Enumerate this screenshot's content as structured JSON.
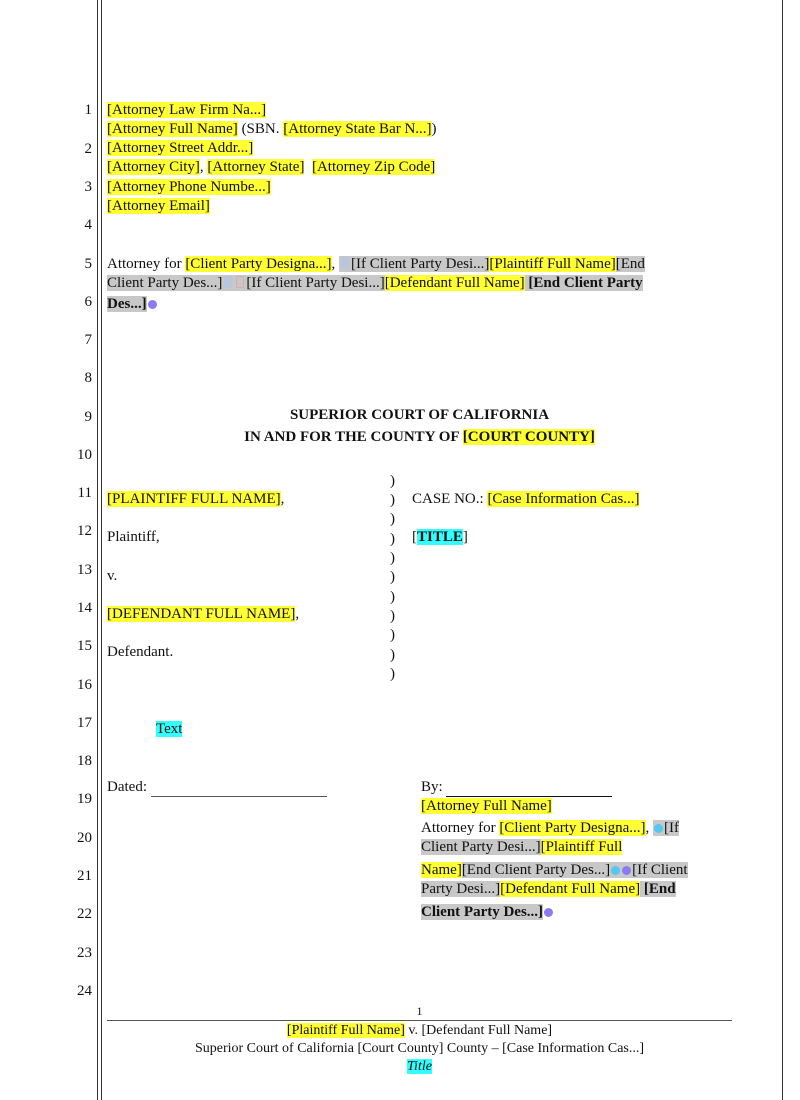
{
  "line_numbers": [
    "1",
    "2",
    "3",
    "4",
    "5",
    "6",
    "7",
    "8",
    "9",
    "10",
    "11",
    "12",
    "13",
    "14",
    "15",
    "16",
    "17",
    "18",
    "19",
    "20",
    "21",
    "22",
    "23",
    "24"
  ],
  "header": {
    "firm": "[Attorney Law Firm Na...]",
    "name": "[Attorney Full Name]",
    "sbn_prefix": " (SBN. ",
    "bar": "[Attorney State Bar N...]",
    "sbn_suffix": ")",
    "street": "[Attorney Street Addr...]",
    "city": "[Attorney City]",
    "comma": ", ",
    "state": "[Attorney State]",
    "zip": "[Attorney Zip Code]",
    "phone": "[Attorney Phone Numbe...]",
    "email": "[Attorney Email]"
  },
  "attorney_for": {
    "label": "Attorney for ",
    "client": "[Client Party Designa...]",
    "sep": ", ",
    "if1": "[If Client Party Desi...]",
    "plaintiff": "[Plaintiff Full Name]",
    "end1a": "[End",
    "end1b": "Client Party Des...]",
    "if2": "[If Client Party Desi...]",
    "defendant": "[Defendant Full Name]",
    "end2a": " [End Client Party",
    "end2b": "Des...]"
  },
  "court": {
    "line1": "SUPERIOR COURT OF CALIFORNIA",
    "line2_prefix": "IN AND FOR THE COUNTY OF ",
    "county": "[COURT COUNTY]"
  },
  "caption": {
    "plaintiff_name": "[PLAINTIFF FULL NAME]",
    "plaintiff_comma": ",",
    "plaintiff_label": "Plaintiff,",
    "vs": "v.",
    "defendant_name": "[DEFENDANT FULL NAME]",
    "defendant_comma": ",",
    "defendant_label": "Defendant.",
    "case_label": "CASE NO.: ",
    "case_value": "[Case Information Cas...]",
    "title_open": "[",
    "title": "TITLE",
    "title_close": "]",
    "parens": [
      ")",
      ")",
      ")",
      ")",
      ")",
      ")",
      ")",
      ")",
      ")",
      ")",
      ")"
    ]
  },
  "body_text": "Text",
  "dated_label": "Dated: ",
  "signature": {
    "by_label": "By: ",
    "name": "[Attorney Full Name]",
    "for_label": "Attorney for ",
    "client": "[Client Party Designa...]",
    "if1a": "[If",
    "if1b": "Client Party Desi...]",
    "plaintiff_a": "[Plaintiff Full",
    "plaintiff_b": "Name]",
    "end1": "[End Client Party Des...]",
    "if2a": "[If Client",
    "if2b": "Party Desi...]",
    "defendant": "[Defendant Full Name]",
    "end2a": " [End",
    "end2b": "Client Party Des...]"
  },
  "footer": {
    "page": "1",
    "plaintiff": "[Plaintiff Full Name]",
    "vs": " v. ",
    "defendant": "[Defendant Full Name]",
    "line2": "Superior Court of California [Court County] County – [Case Information Cas...]",
    "title": "Title"
  }
}
